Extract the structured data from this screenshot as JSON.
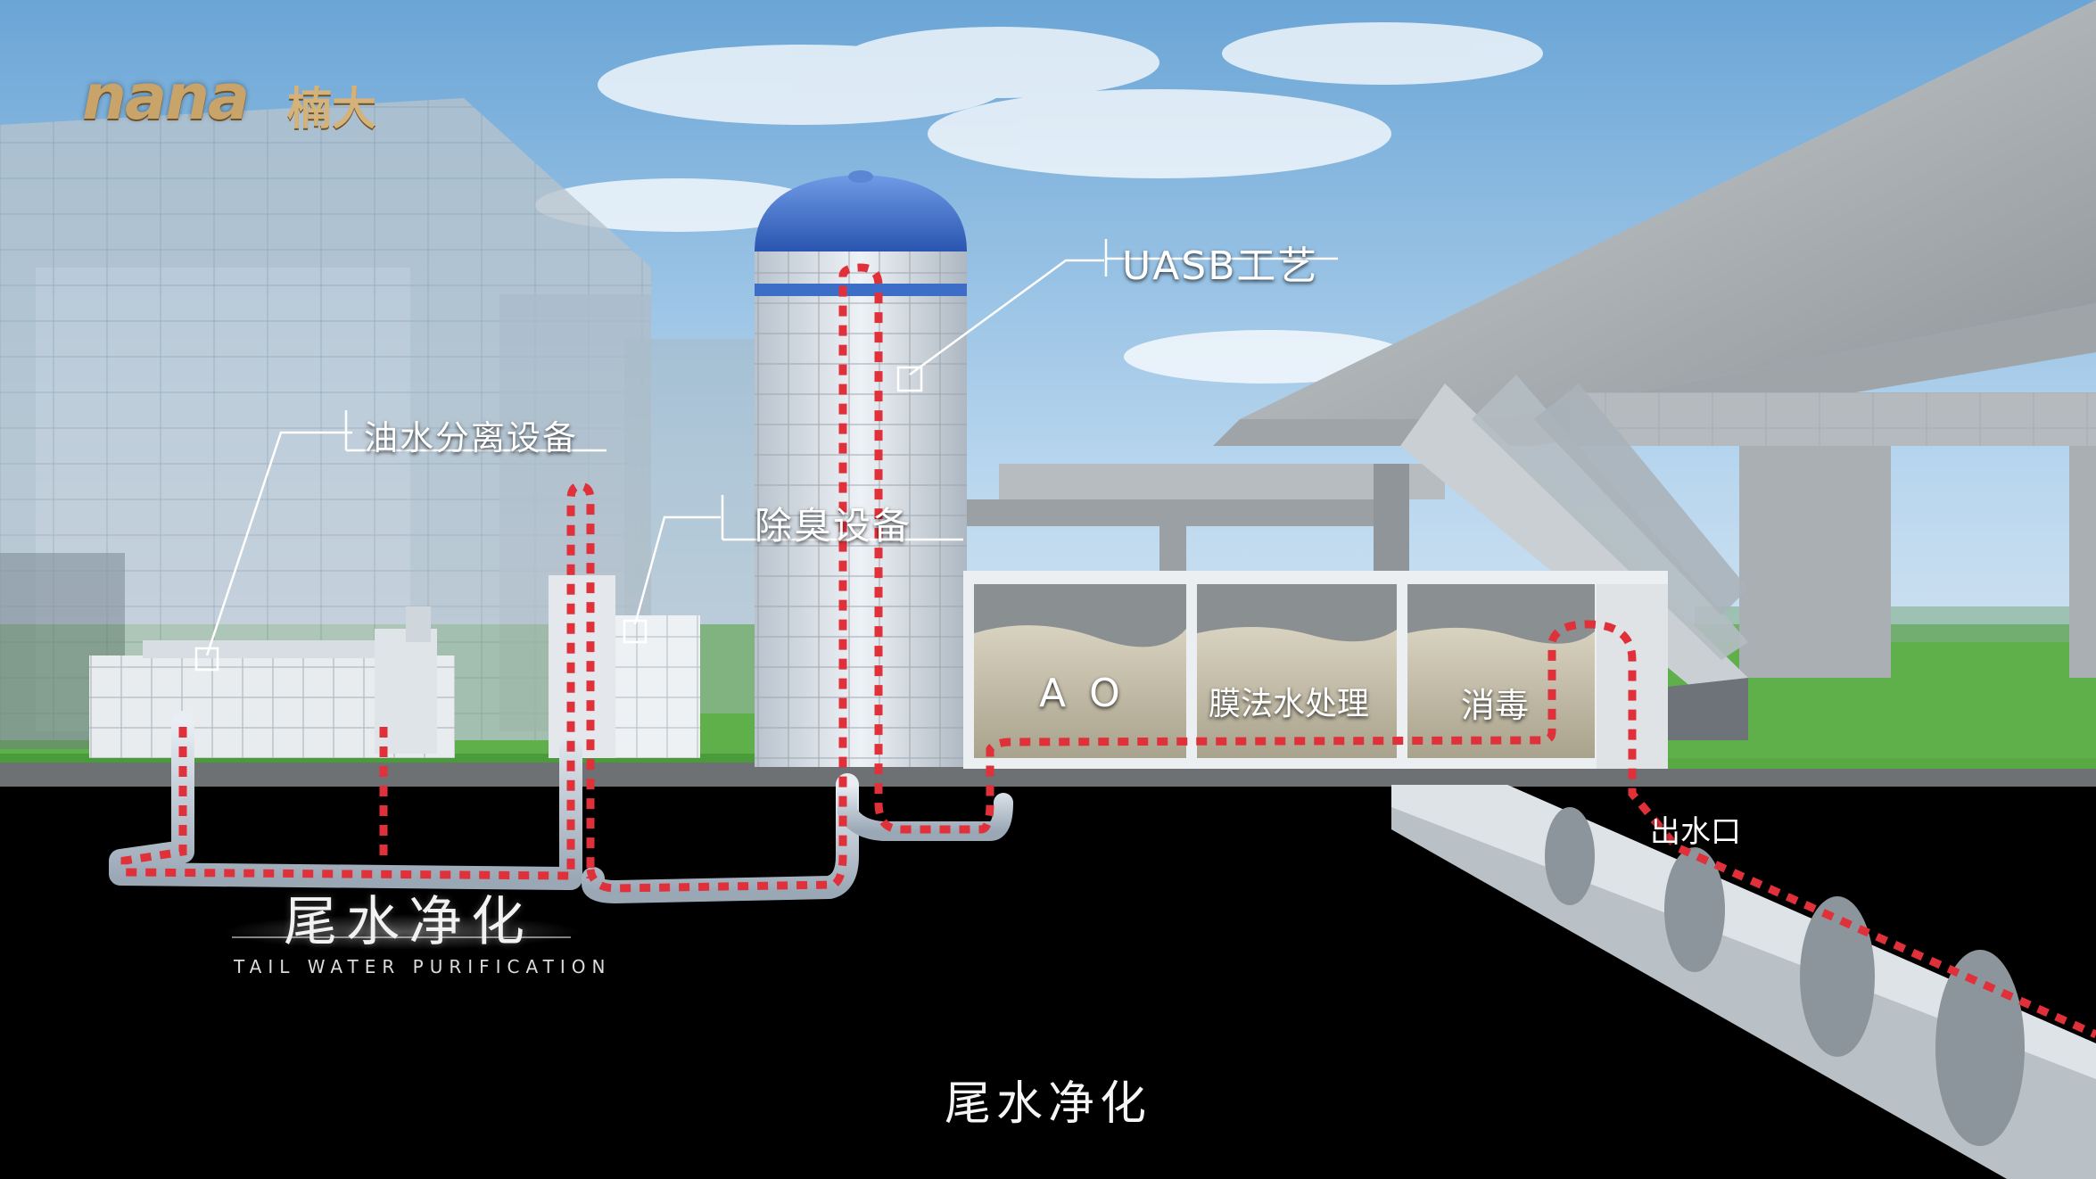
{
  "logo": {
    "latin": "nana",
    "chinese": "楠大"
  },
  "callouts": {
    "uasb": "UASB工艺",
    "oil_water": "油水分离设备",
    "deodor": "除臭设备"
  },
  "tanks": {
    "ao": "A O",
    "membrane": "膜法水处理",
    "disinfect": "消毒"
  },
  "outlet": "出水口",
  "section_title": {
    "cn": "尾水净化",
    "en": "TAIL WATER PURIFICATION"
  },
  "subtitle": "尾水净化",
  "colors": {
    "flow_line": "#e0303a",
    "dome": "#2f5fbf",
    "sky": "#9cc6e6",
    "grass": "#4caf3a"
  }
}
